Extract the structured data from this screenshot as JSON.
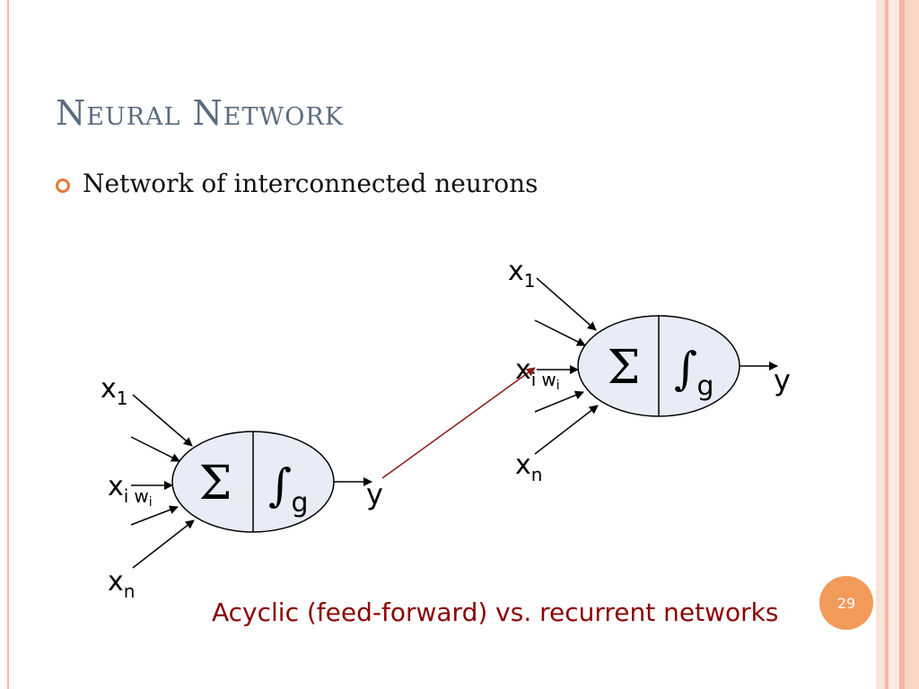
{
  "slide": {
    "title": "Neural Network",
    "bullet": "Network of interconnected neurons",
    "page_number": "29",
    "caption": "Acyclic (feed-forward) vs. recurrent networks"
  },
  "neuron_left": {
    "sum_symbol": "Σ",
    "integral_symbol": "∫",
    "g_label": "g",
    "input_top": {
      "base": "x",
      "sub": "1"
    },
    "input_mid": {
      "base": "x",
      "sub": "i",
      "weight": "w",
      "weight_sub": "i"
    },
    "input_bottom": {
      "base": "x",
      "sub": "n"
    },
    "output": "y"
  },
  "neuron_right": {
    "sum_symbol": "Σ",
    "integral_symbol": "∫",
    "g_label": "g",
    "input_top": {
      "base": "x",
      "sub": "1"
    },
    "input_mid": {
      "base": "x",
      "sub": "i",
      "weight": "w",
      "weight_sub": "i"
    },
    "input_bottom": {
      "base": "x",
      "sub": "n"
    },
    "output": "y"
  },
  "colors": {
    "title": "#5b6b7f",
    "bullet": "#e8763a",
    "caption": "#8b0000",
    "neuron_fill": "#e8ecf6",
    "connection": "#8b1a1a",
    "badge": "#f29a5a",
    "border": "#f4b8a3"
  }
}
